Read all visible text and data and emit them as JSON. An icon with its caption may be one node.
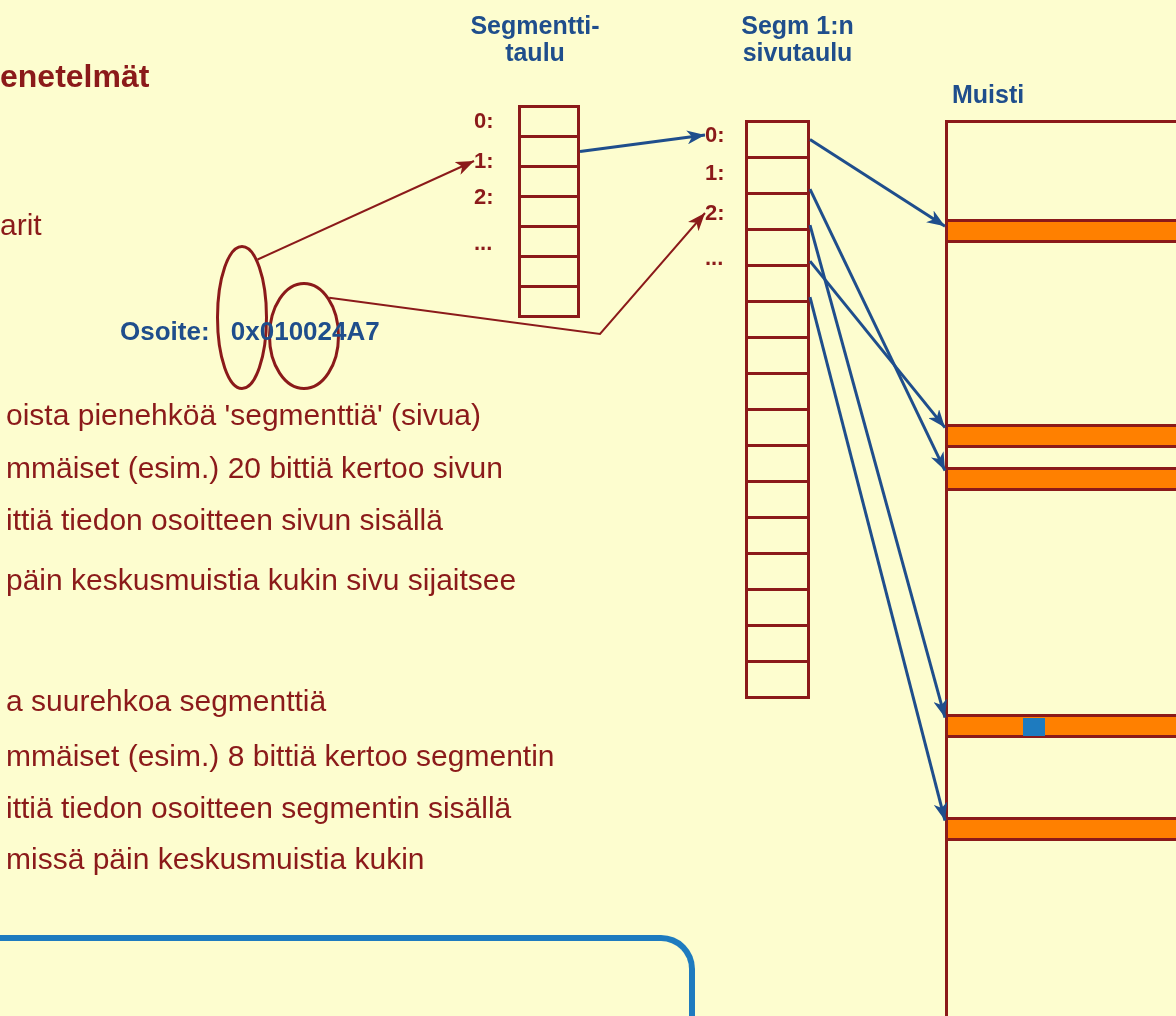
{
  "diagram": {
    "title": "enetelmät",
    "nodes": [
      {
        "text": [
          "Segmentti- taulu"
        ]
      },
      {
        "text": [],
        "shape": "box",
        "in": 0
      },
      {
        "text": [],
        "shape": "box",
        "in": 0
      },
      {
        "text": [],
        "shape": "box",
        "in": 0
      },
      {
        "text": [],
        "shape": "box",
        "in": 0
      },
      {
        "text": [],
        "shape": "box",
        "in": 0
      },
      {
        "text": [],
        "shape": "box",
        "in": 0
      },
      {
        "text": [],
        "shape": "box",
        "in": 0
      },
      {
        "text": [
          "Segm 1:n sivutaulu"
        ]
      },
      {
        "text": [],
        "shape": "box",
        "in": 8
      },
      {
        "text": [],
        "shape": "box",
        "in": 8
      },
      {
        "text": [],
        "shape": "box",
        "in": 8
      },
      {
        "text": [],
        "shape": "box",
        "in": 8
      },
      {
        "text": [],
        "shape": "box",
        "in": 8
      },
      {
        "text": [],
        "shape": "box",
        "in": 8
      },
      {
        "text": [],
        "shape": "box",
        "in": 8
      },
      {
        "text": [],
        "shape": "box",
        "in": 8
      },
      {
        "text": [],
        "shape": "box",
        "in": 8
      },
      {
        "text": [],
        "shape": "box",
        "in": 8
      },
      {
        "text": [],
        "shape": "box",
        "in": 8
      },
      {
        "text": [],
        "shape": "box",
        "in": 8
      },
      {
        "text": [],
        "shape": "box",
        "in": 8
      },
      {
        "text": [],
        "shape": "box",
        "in": 8
      },
      {
        "text": [],
        "shape": "box",
        "in": 8
      },
      {
        "text": [],
        "shape": "box",
        "in": 8
      },
      {
        "text": [
          "Muisti"
        ]
      },
      {
        "text": [],
        "shape": "bar",
        "in": 25
      },
      {
        "text": [],
        "shape": "bar",
        "in": 25
      },
      {
        "text": [],
        "shape": "bar",
        "in": 25
      },
      {
        "text": [],
        "shape": "bar",
        "in": 25
      },
      {
        "text": [],
        "shape": "bar",
        "in": 25
      },
      {
        "text": [],
        "shape": "ellipse"
      },
      {
        "text": [],
        "shape": "ellipse"
      },
      {
        "text": [
          "1:"
        ]
      },
      {
        "text": [
          "0:"
        ]
      },
      {
        "text": [
          "2:"
        ]
      },
      {
        "text": [],
        "shape": "box"
      }
    ],
    "edges": [
      {
        "from": 31,
        "to": 33,
        "arrow": "to",
        "color": "#8b1a1a"
      },
      {
        "from": 32,
        "to": 35,
        "arrow": "to",
        "color": "#8b1a1a"
      },
      {
        "from": 2,
        "to": 34,
        "arrow": "to"
      },
      {
        "from": 9,
        "to": 26,
        "arrow": "to"
      },
      {
        "from": 10,
        "to": 28,
        "arrow": "to"
      },
      {
        "from": 11,
        "to": 29,
        "arrow": "to"
      },
      {
        "from": 12,
        "to": 27,
        "arrow": "to"
      },
      {
        "from": 13,
        "to": 30,
        "arrow": "to"
      }
    ],
    "labels": [
      "0:",
      "2:",
      "...",
      "1:",
      "...",
      "arit",
      "Osoite: 0x010024A7",
      "oista pienehköä 'segmenttiä' (sivua)",
      "mmäiset (esim.) 20 bittiä kertoo sivun",
      "ittiä tiedon osoitteen sivun sisällä",
      "päin keskusmuistia kukin sivu sijaitsee",
      "a suurehkoa segmenttiä",
      "mmäiset (esim.) 8 bittiä kertoo segmentin",
      "ittiä tiedon osoitteen segmentin sisällä",
      "missä päin keskusmuistia kukin"
    ]
  }
}
